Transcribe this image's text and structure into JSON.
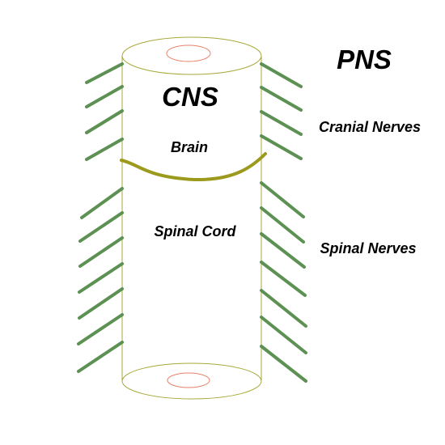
{
  "labels": {
    "cns": "CNS",
    "pns": "PNS",
    "brain": "Brain",
    "spinal_cord": "Spinal Cord",
    "cranial_nerves": "Cranial Nerves",
    "spinal_nerves": "Spinal Nerves"
  },
  "colors": {
    "cylinder_outline": "#a7a738",
    "canal": "#e8826a",
    "divider": "#9c9a1d",
    "nerve": "#5c9153",
    "text": "#000000"
  }
}
